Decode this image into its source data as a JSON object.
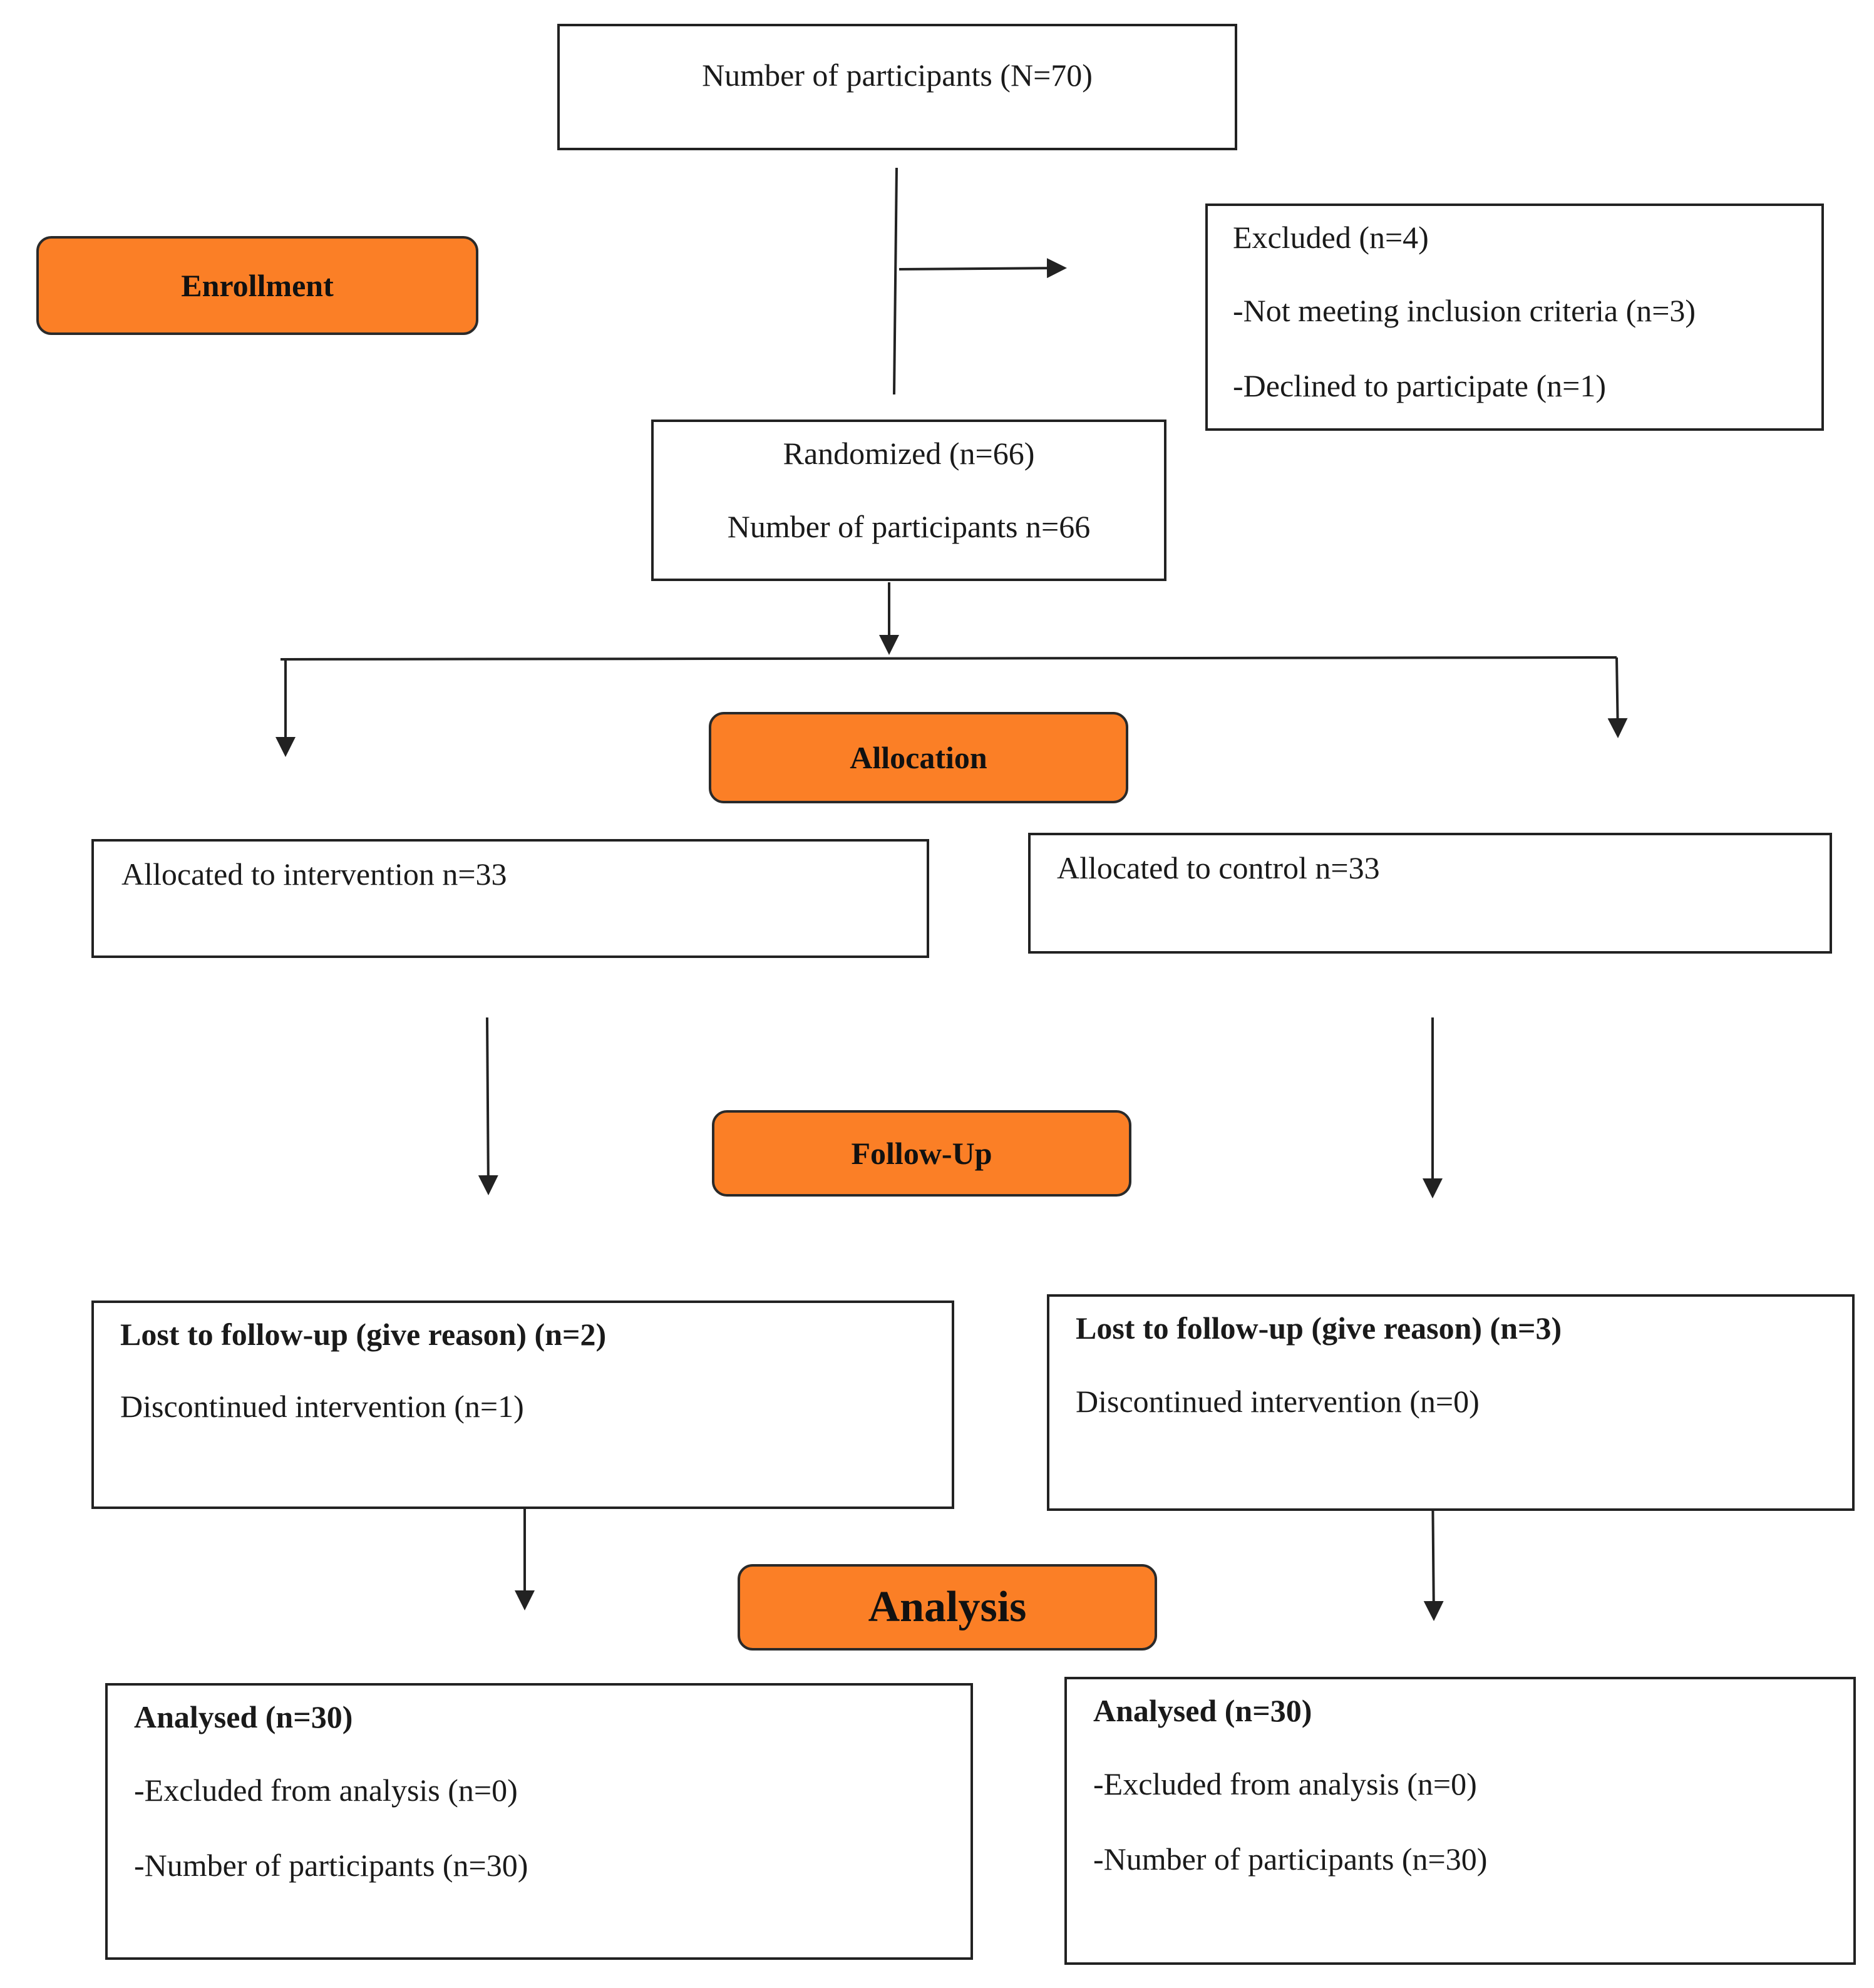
{
  "colors": {
    "stage_fill": "#fb7f26",
    "border": "#222222",
    "line": "#222222"
  },
  "stages": {
    "enrollment": "Enrollment",
    "allocation": "Allocation",
    "follow_up": "Follow-Up",
    "analysis": "Analysis"
  },
  "enrollment": {
    "total": "Number of participants (N=70)",
    "excluded": {
      "title": "Excluded (n=4)",
      "reason1": "-Not meeting inclusion criteria (n=3)",
      "reason2": "-Declined to participate (n=1)"
    },
    "randomized": {
      "line1": "Randomized (n=66)",
      "line2": "Number of participants n=66"
    }
  },
  "allocation": {
    "intervention": "Allocated to intervention n=33",
    "control": "Allocated to control n=33"
  },
  "follow_up": {
    "intervention": {
      "lost": "Lost to follow-up (give reason) (n=2)",
      "discontinued": "Discontinued intervention (n=1)"
    },
    "control": {
      "lost": "Lost to follow-up (give reason) (n=3)",
      "discontinued": "Discontinued intervention (n=0)"
    }
  },
  "analysis": {
    "intervention": {
      "analysed": "Analysed (n=30)",
      "excluded": "-Excluded from analysis (n=0)",
      "participants": "-Number of participants (n=30)"
    },
    "control": {
      "analysed": "Analysed (n=30)",
      "excluded": "-Excluded from analysis (n=0)",
      "participants": "-Number of participants (n=30)"
    }
  }
}
